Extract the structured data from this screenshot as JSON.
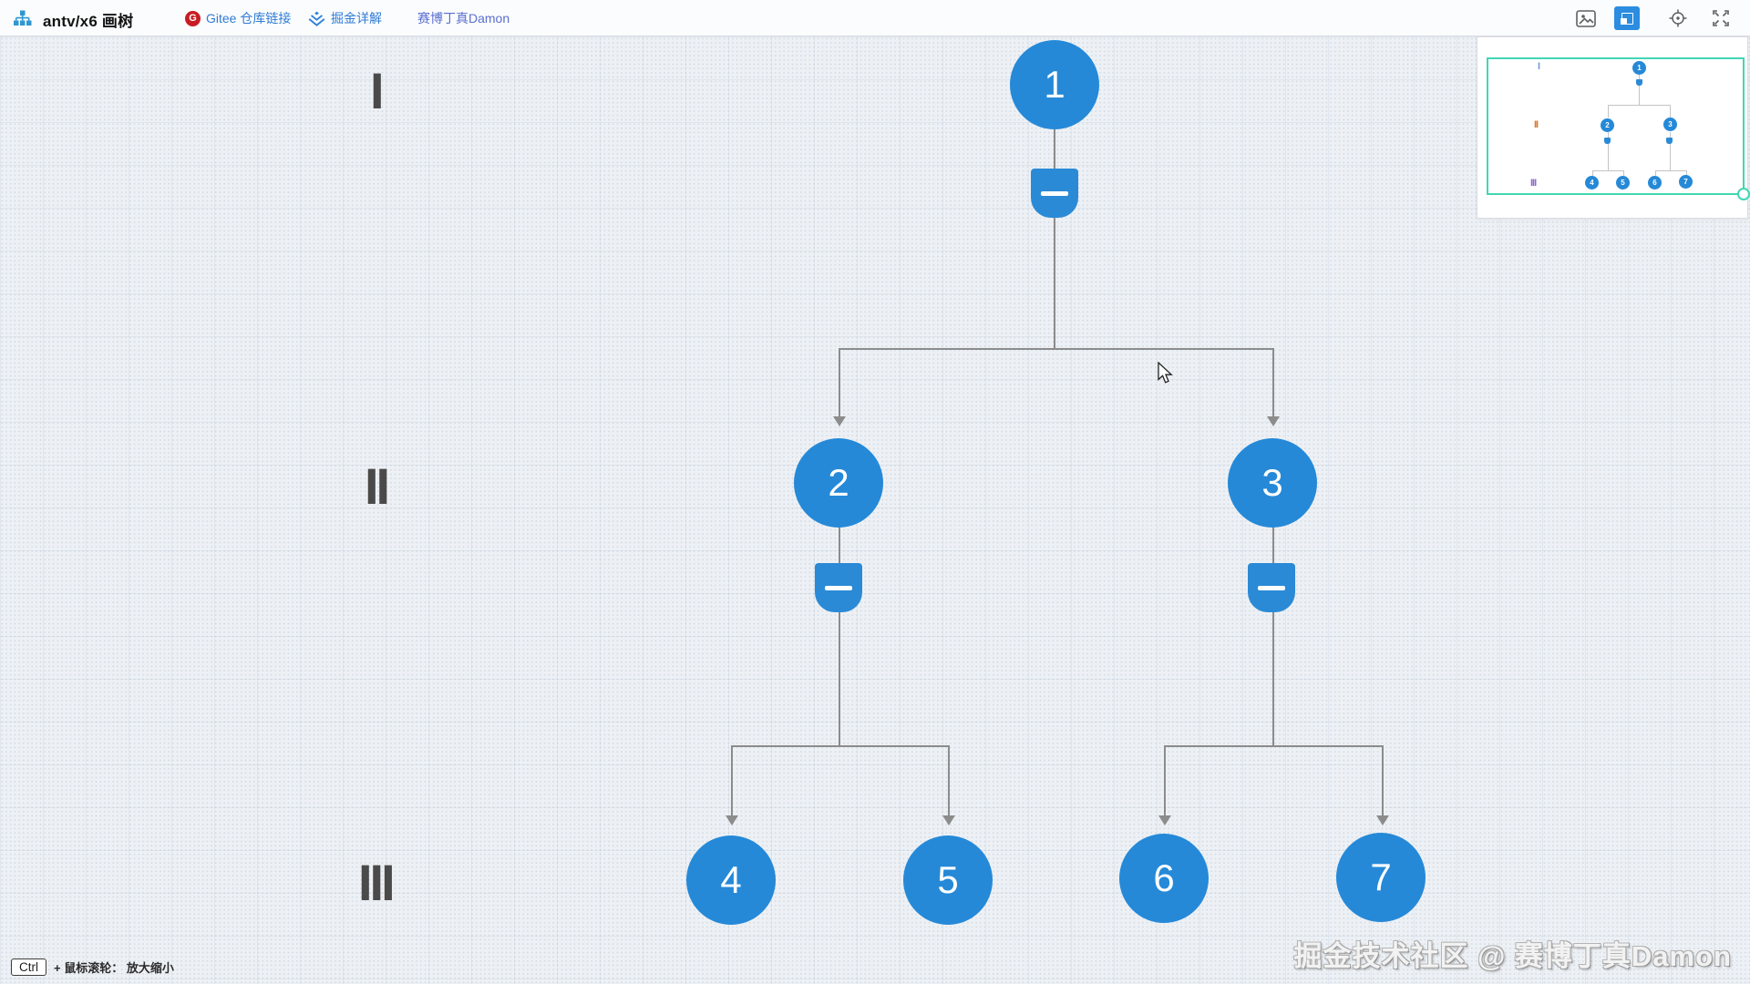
{
  "header": {
    "title": "antv/x6 画树",
    "gitee_letter": "G",
    "links": [
      {
        "label": "Gitee 仓库链接"
      },
      {
        "label": "掘金详解"
      },
      {
        "label": "赛博丁真Damon"
      }
    ],
    "tools": {
      "snapshot": "image-icon",
      "minimap_toggle": "minimap-icon",
      "center": "target-icon",
      "fullscreen": "expand-icon"
    }
  },
  "canvas": {
    "levels": [
      "I",
      "II",
      "III"
    ],
    "nodes": [
      "1",
      "2",
      "3",
      "4",
      "5",
      "6",
      "7"
    ]
  },
  "colors": {
    "node_blue": "#2589d8",
    "edge_gray": "#8c8c8c",
    "link_blue": "#2f7cd6",
    "gitee_red": "#c71d23",
    "minimap_viewport_teal": "#41d6b3",
    "level_label_gray": "#4a4a4a"
  },
  "footer": {
    "key_label": "Ctrl",
    "hint": "+ 鼠标滚轮：  放大缩小",
    "watermark": "掘金技术社区 @ 赛博丁真Damon"
  }
}
